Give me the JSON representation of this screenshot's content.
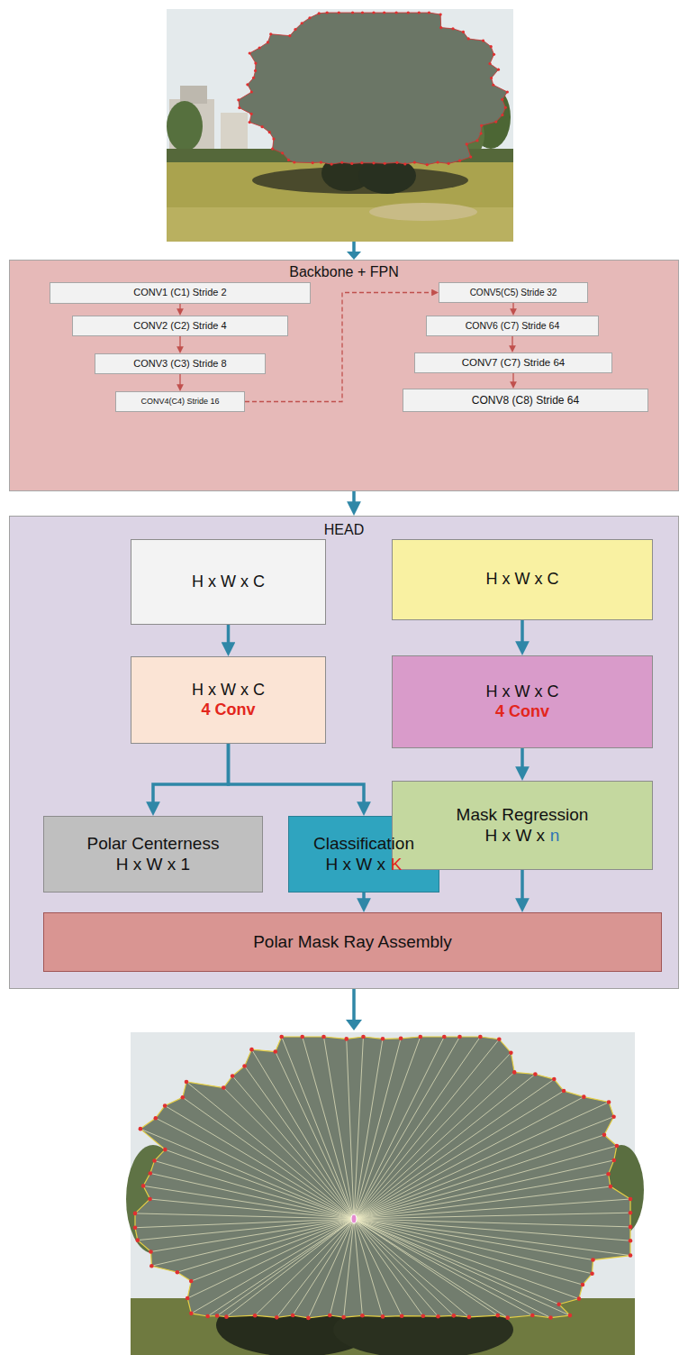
{
  "diagram": {
    "nodes": [
      {
        "text": [
          "Backbone + FPN"
        ]
      },
      {
        "text": [
          "CONV1 (C1) Stride 2"
        ],
        "in": 0
      },
      {
        "text": [
          "CONV2 (C2) Stride 4"
        ],
        "in": 0
      },
      {
        "text": [
          "CONV3 (C3) Stride 8"
        ],
        "in": 0
      },
      {
        "text": [
          "CONV4(C4) Stride 16"
        ],
        "in": 0
      },
      {
        "text": [
          "CONV5(C5) Stride 32"
        ],
        "in": 0
      },
      {
        "text": [
          "CONV6 (C7) Stride 64"
        ],
        "in": 0
      },
      {
        "text": [
          "CONV7 (C7) Stride 64"
        ],
        "in": 0
      },
      {
        "text": [
          "CONV8 (C8) Stride 64"
        ],
        "in": 0
      },
      {
        "text": [
          "HEAD"
        ]
      },
      {
        "text": [
          "H x W x C"
        ],
        "in": 9
      },
      {
        "text": [
          "H x W x C"
        ],
        "in": 9
      },
      {
        "text": [
          "H x W x C",
          "4 Conv"
        ],
        "in": 9
      },
      {
        "text": [
          "H x W x C",
          "4 Conv"
        ],
        "in": 9
      },
      {
        "text": [
          "Polar Centerness",
          "H x W x 1"
        ],
        "in": 9
      },
      {
        "text": [
          "Classification",
          "H x W x",
          "K"
        ],
        "in": 9
      },
      {
        "text": [
          "Mask Regression",
          "H x W x",
          "n"
        ],
        "in": 9
      },
      {
        "text": [
          "Polar Mask Ray Assembly"
        ],
        "in": 9
      }
    ],
    "edges": [
      {
        "from": 1,
        "to": 2,
        "arrow": "to"
      },
      {
        "from": 2,
        "to": 3,
        "arrow": "to"
      },
      {
        "from": 3,
        "to": 4,
        "arrow": "to"
      },
      {
        "from": 4,
        "to": 5,
        "arrow": "to"
      },
      {
        "from": 5,
        "to": 6,
        "arrow": "to"
      },
      {
        "from": 6,
        "to": 7,
        "arrow": "to"
      },
      {
        "from": 7,
        "to": 8,
        "arrow": "to"
      },
      {
        "from": 0,
        "to": 9,
        "arrow": "to"
      },
      {
        "from": 10,
        "to": 12,
        "arrow": "to"
      },
      {
        "from": 11,
        "to": 13,
        "arrow": "to"
      },
      {
        "from": 12,
        "to": 14,
        "arrow": "to"
      },
      {
        "from": 12,
        "to": 15,
        "arrow": "to"
      },
      {
        "from": 13,
        "to": 16,
        "arrow": "to"
      },
      {
        "from": 15,
        "to": 17,
        "arrow": "to"
      },
      {
        "from": 16,
        "to": 17,
        "arrow": "to"
      }
    ]
  }
}
